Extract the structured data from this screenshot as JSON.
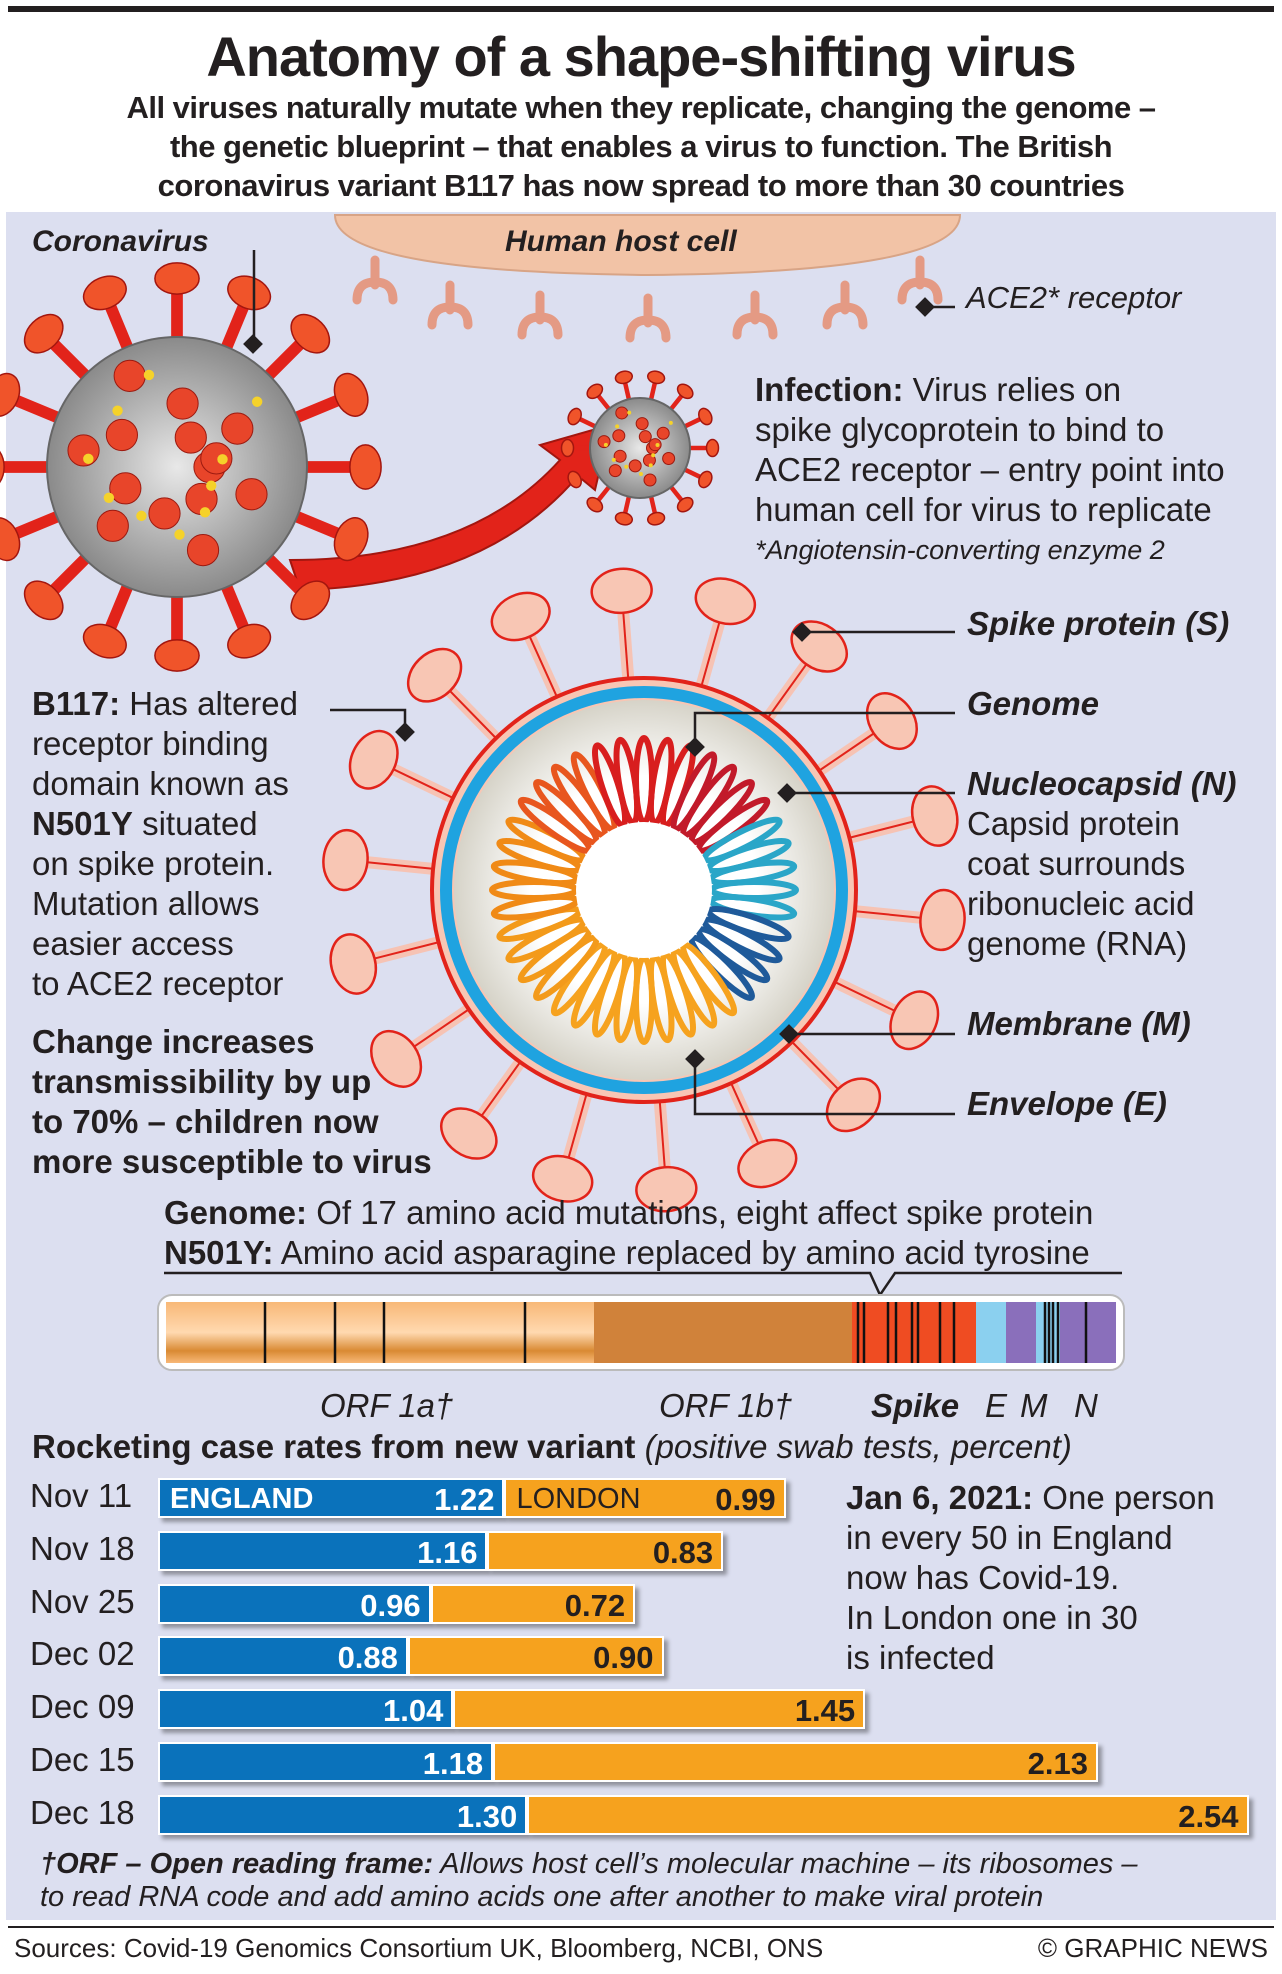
{
  "title": "Anatomy of a shape-shifting virus",
  "subtitle": [
    "All viruses naturally mutate when they replicate, changing the genome –",
    "the genetic blueprint – that enables a virus to function. The British",
    "coronavirus variant B117 has now spread to more than 30 countries"
  ],
  "labels": {
    "coronavirus": "Coronavirus",
    "host_cell": "Human host cell",
    "ace2": "ACE2* receptor",
    "infection_head": "Infection:",
    "infection_lines": [
      "Virus relies on",
      "spike glycoprotein to bind to",
      "ACE2 receptor – entry point into",
      "human cell for virus to replicate"
    ],
    "ace2_note": "*Angiotensin-converting enzyme 2",
    "spike": "Spike protein (S)",
    "genome": "Genome",
    "nucleocapsid": "Nucleocapsid (N)",
    "nucleocapsid_lines": [
      "Capsid protein",
      "coat surrounds",
      "ribonucleic acid",
      "genome (RNA)"
    ],
    "membrane": "Membrane (M)",
    "envelope": "Envelope (E)"
  },
  "b117": {
    "head": "B117:",
    "l1": "Has altered",
    "l2": "receptor binding",
    "l3": "domain known as",
    "l4b": "N501Y",
    "l4": " situated",
    "l5": "on spike protein.",
    "l6": "Mutation allows",
    "l7": "easier access",
    "l8": "to ACE2 receptor",
    "change": [
      "Change increases",
      "transmissibility by up",
      "to 70% – children now",
      "more susceptible to virus"
    ]
  },
  "genome_bar": {
    "line1_head": "Genome:",
    "line1": " Of 17 amino acid mutations, eight affect spike protein",
    "line2_head": "N501Y:",
    "line2": " Amino acid asparagine replaced by amino acid tyrosine",
    "segments": [
      "ORF 1a†",
      "ORF 1b†",
      "Spike",
      "E",
      "M",
      "N"
    ]
  },
  "chart_data": {
    "type": "bar",
    "title": "Rocketing case rates from new variant",
    "subtitle": "(positive swab tests, percent)",
    "categories": [
      "Nov 11",
      "Nov 18",
      "Nov 25",
      "Dec 02",
      "Dec 09",
      "Dec 15",
      "Dec 18"
    ],
    "series": [
      {
        "name": "ENGLAND",
        "color": "#0a72bb",
        "values": [
          1.22,
          1.16,
          0.96,
          0.88,
          1.04,
          1.18,
          1.3
        ],
        "labels": [
          "1.22",
          "1.16",
          "0.96",
          "0.88",
          "1.04",
          "1.18",
          "1.30"
        ]
      },
      {
        "name": "LONDON",
        "color": "#f6a21e",
        "values": [
          0.99,
          0.83,
          0.72,
          0.9,
          1.45,
          2.13,
          2.54
        ],
        "labels": [
          "0.99",
          "0.83",
          "0.72",
          "0.90",
          "1.45",
          "2.13",
          "2.54"
        ]
      }
    ],
    "stacked": true
  },
  "note": {
    "head": "Jan 6, 2021:",
    "lines": [
      " One person",
      "in every 50 in England",
      "now has Covid-19.",
      "In London one in 30",
      "is infected"
    ]
  },
  "orf_note": {
    "head": "†ORF – Open reading frame:",
    "l1": " Allows host cell’s molecular machine – its ribosomes –",
    "l2": "to read RNA code and add amino acids one after another to make viral protein"
  },
  "sources": "Sources: Covid-19 Genomics Consortium UK, Bloomberg, NCBI, ONS",
  "credit": "© GRAPHIC NEWS"
}
